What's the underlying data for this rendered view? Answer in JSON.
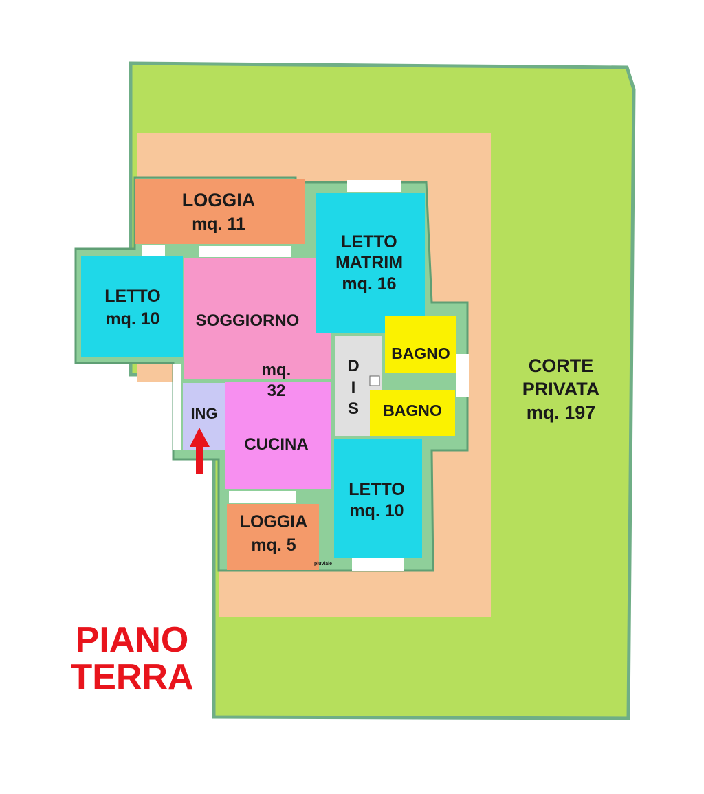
{
  "floor_title": {
    "line1": "PIANO",
    "line2": "TERRA"
  },
  "colors": {
    "garden": "#b6df5c",
    "wall_green": "#7fbf8a",
    "terrace": "#f8c79b",
    "loggia": "#f49a6a",
    "bedroom": "#1fd8e8",
    "living": "#f797c9",
    "kitchen": "#f78ff0",
    "bath": "#fbf200",
    "hall": "#e0e0e0",
    "entrance": "#c9c9f5",
    "arrow": "#e8141c",
    "title": "#e8141c"
  },
  "rooms": {
    "loggia_north": {
      "name": "LOGGIA",
      "area": "mq. 11"
    },
    "letto_west": {
      "name": "LETTO",
      "area": "mq. 10"
    },
    "soggiorno": {
      "name": "SOGGIORNO",
      "area_1": "mq.",
      "area_2": "32"
    },
    "letto_matrim": {
      "name_1": "LETTO",
      "name_2": "MATRIM",
      "area": "mq. 16"
    },
    "dis": {
      "l1": "D",
      "l2": "I",
      "l3": "S"
    },
    "bagno_1": {
      "name": "BAGNO"
    },
    "bagno_2": {
      "name": "BAGNO"
    },
    "ing": {
      "name": "ING"
    },
    "cucina": {
      "name": "CUCINA"
    },
    "letto_east": {
      "name": "LETTO",
      "area": "mq. 10"
    },
    "loggia_south": {
      "name": "LOGGIA",
      "area": "mq. 5"
    },
    "corte": {
      "name_1": "CORTE",
      "name_2": "PRIVATA",
      "area": "mq. 197"
    }
  },
  "small_note": "pluviale"
}
